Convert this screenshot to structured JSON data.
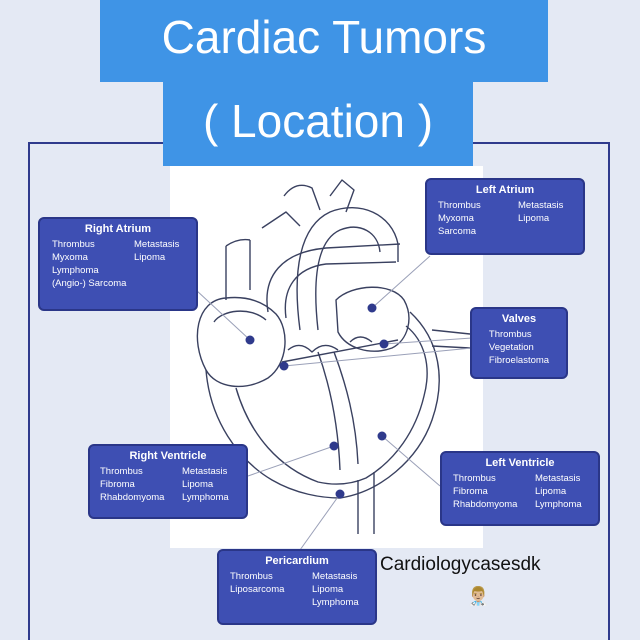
{
  "title": {
    "line1": "Cardiac Tumors",
    "line2": "( Location )"
  },
  "boxes": {
    "left_atrium": {
      "title": "Left Atrium",
      "col1": [
        "Thrombus",
        "Myxoma",
        "Sarcoma"
      ],
      "col2": [
        "Metastasis",
        "Lipoma"
      ]
    },
    "right_atrium": {
      "title": "Right Atrium",
      "col1": [
        "Thrombus",
        "Myxoma",
        "Lymphoma",
        "(Angio-) Sarcoma"
      ],
      "col2": [
        "Metastasis",
        "Lipoma"
      ]
    },
    "valves": {
      "title": "Valves",
      "col1": [
        "Thrombus",
        "Vegetation",
        "Fibroelastoma"
      ]
    },
    "right_ventricle": {
      "title": "Right Ventricle",
      "col1": [
        "Thrombus",
        "Fibroma",
        "Rhabdomyoma"
      ],
      "col2": [
        "Metastasis",
        "Lipoma",
        "Lymphoma"
      ]
    },
    "left_ventricle": {
      "title": "Left Ventricle",
      "col1": [
        "Thrombus",
        "Fibroma",
        "Rhabdomyoma"
      ],
      "col2": [
        "Metastasis",
        "Lipoma",
        "Lymphoma"
      ]
    },
    "pericardium": {
      "title": "Pericardium",
      "col1": [
        "Thrombus",
        "Liposarcoma"
      ],
      "col2": [
        "Metastasis",
        "Lipoma",
        "Lymphoma"
      ]
    }
  },
  "watermark": "Cardiologycasesdk",
  "icons": {
    "avatar": "doctor-emoji",
    "avatar_glyph": "👨🏼‍⚕️"
  },
  "colors": {
    "title_bg": "#3f94e6",
    "box_bg": "#3e4fb3",
    "frame": "#2f3a8c",
    "page_bg": "#e4e9f4"
  }
}
